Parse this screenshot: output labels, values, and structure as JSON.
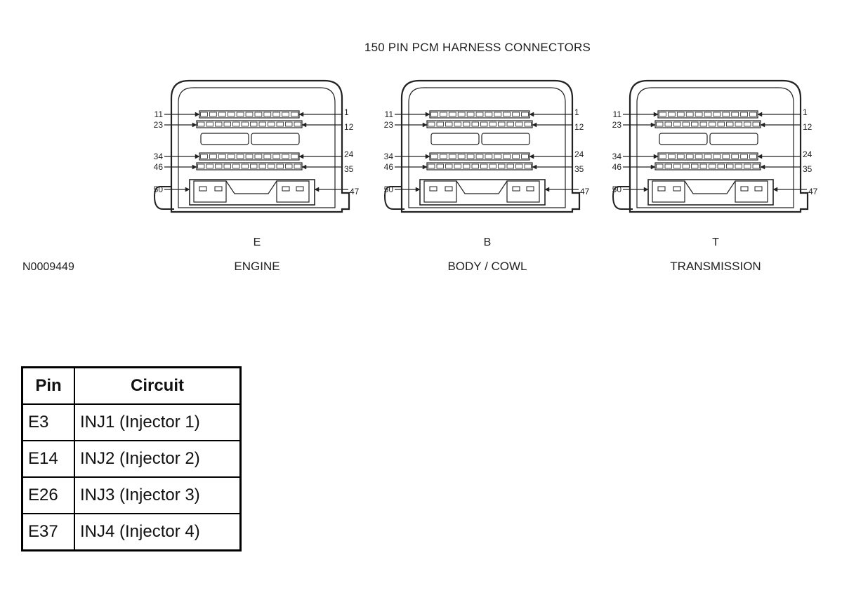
{
  "diagram": {
    "title": "150 PIN PCM HARNESS CONNECTORS",
    "figure_id": "N0009449",
    "connectors": [
      {
        "letter": "E",
        "name": "ENGINE"
      },
      {
        "letter": "B",
        "name": "BODY / COWL"
      },
      {
        "letter": "T",
        "name": "TRANSMISSION"
      }
    ],
    "pin_labels": {
      "row1_left": "11",
      "row1_right": "1",
      "row2_left": "23",
      "row2_right": "12",
      "row3_left": "34",
      "row3_right": "24",
      "row4_left": "46",
      "row4_right": "35",
      "row5_left": "50",
      "row5_right": "47"
    }
  },
  "table": {
    "headers": {
      "pin": "Pin",
      "circuit": "Circuit"
    },
    "rows": [
      {
        "pin": "E3",
        "circuit": "INJ1 (Injector 1)"
      },
      {
        "pin": "E14",
        "circuit": "INJ2 (Injector 2)"
      },
      {
        "pin": "E26",
        "circuit": "INJ3 (Injector 3)"
      },
      {
        "pin": "E37",
        "circuit": "INJ4 (Injector 4)"
      }
    ]
  }
}
